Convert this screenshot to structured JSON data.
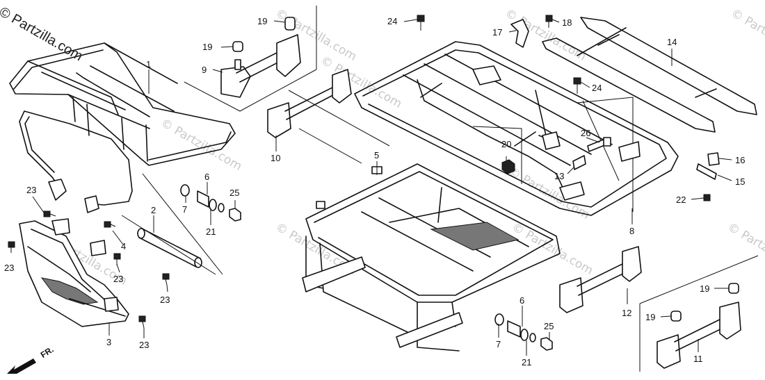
{
  "watermark": {
    "copyright": "© Partzilla.com",
    "repeat_text": "© Partzilla.com"
  },
  "direction_label": "FR.",
  "callouts": [
    {
      "id": "c1",
      "text": "1"
    },
    {
      "id": "c2",
      "text": "2"
    },
    {
      "id": "c3",
      "text": "3"
    },
    {
      "id": "c4",
      "text": "4"
    },
    {
      "id": "c5",
      "text": "5"
    },
    {
      "id": "c6a",
      "text": "6"
    },
    {
      "id": "c6b",
      "text": "6"
    },
    {
      "id": "c7a",
      "text": "7"
    },
    {
      "id": "c7b",
      "text": "7"
    },
    {
      "id": "c8",
      "text": "8"
    },
    {
      "id": "c9",
      "text": "9"
    },
    {
      "id": "c10",
      "text": "10"
    },
    {
      "id": "c11",
      "text": "11"
    },
    {
      "id": "c12",
      "text": "12"
    },
    {
      "id": "c13",
      "text": "13"
    },
    {
      "id": "c14",
      "text": "14"
    },
    {
      "id": "c15",
      "text": "15"
    },
    {
      "id": "c16",
      "text": "16"
    },
    {
      "id": "c17",
      "text": "17"
    },
    {
      "id": "c18",
      "text": "18"
    },
    {
      "id": "c19a",
      "text": "19"
    },
    {
      "id": "c19b",
      "text": "19"
    },
    {
      "id": "c19c",
      "text": "19"
    },
    {
      "id": "c19d",
      "text": "19"
    },
    {
      "id": "c20",
      "text": "20"
    },
    {
      "id": "c21a",
      "text": "21"
    },
    {
      "id": "c21b",
      "text": "21"
    },
    {
      "id": "c22",
      "text": "22"
    },
    {
      "id": "c23a",
      "text": "23"
    },
    {
      "id": "c23b",
      "text": "23"
    },
    {
      "id": "c23c",
      "text": "23"
    },
    {
      "id": "c23d",
      "text": "23"
    },
    {
      "id": "c23e",
      "text": "23"
    },
    {
      "id": "c24a",
      "text": "24"
    },
    {
      "id": "c24b",
      "text": "24"
    },
    {
      "id": "c25a",
      "text": "25"
    },
    {
      "id": "c25b",
      "text": "25"
    },
    {
      "id": "c26",
      "text": "26"
    }
  ]
}
